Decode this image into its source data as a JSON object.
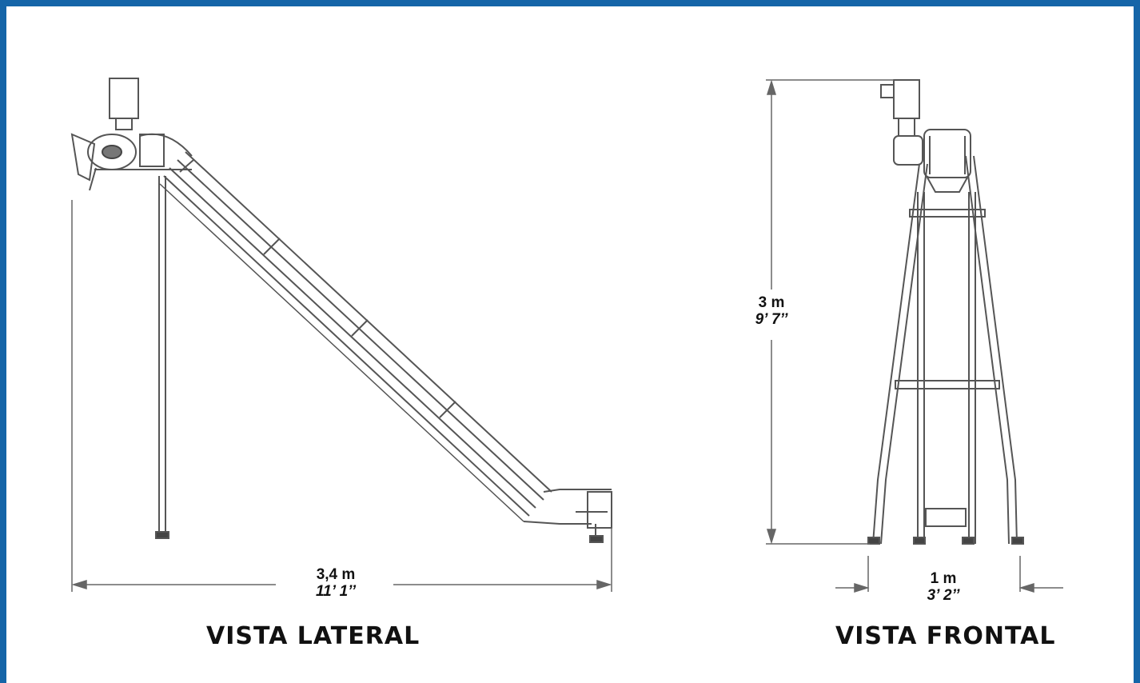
{
  "side_view": {
    "title": "VISTA LATERAL",
    "width_metric": "3,4 m",
    "width_imperial": "11’ 1’’"
  },
  "front_view": {
    "title": "VISTA FRONTAL",
    "height_metric": "3 m",
    "height_imperial": "9’ 7’’",
    "width_metric": "1 m",
    "width_imperial": "3’ 2’’"
  },
  "colors": {
    "frame": "#1565a8",
    "line": "#555555"
  }
}
